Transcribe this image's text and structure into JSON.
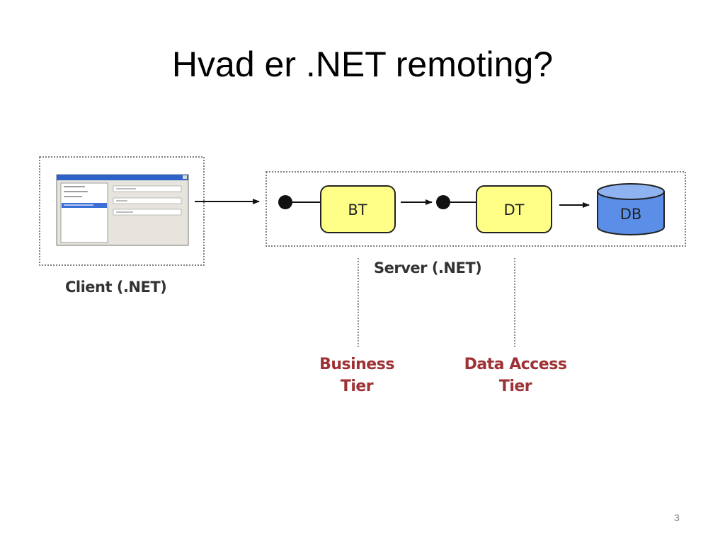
{
  "slide": {
    "title": "Hvad er .NET remoting?",
    "page_number": "3"
  },
  "diagram": {
    "client_label": "Client (.NET)",
    "server_label": "Server (.NET)",
    "nodes": {
      "business": "BT",
      "data_access": "DT",
      "database": "DB"
    },
    "tiers": {
      "business_line1": "Business",
      "business_line2": "Tier",
      "data_access_line1": "Data Access",
      "data_access_line2": "Tier"
    },
    "colors": {
      "tier_box_fill": "#ffff88",
      "db_fill": "#5b8ee6",
      "tier_label": "#9e3134"
    }
  }
}
